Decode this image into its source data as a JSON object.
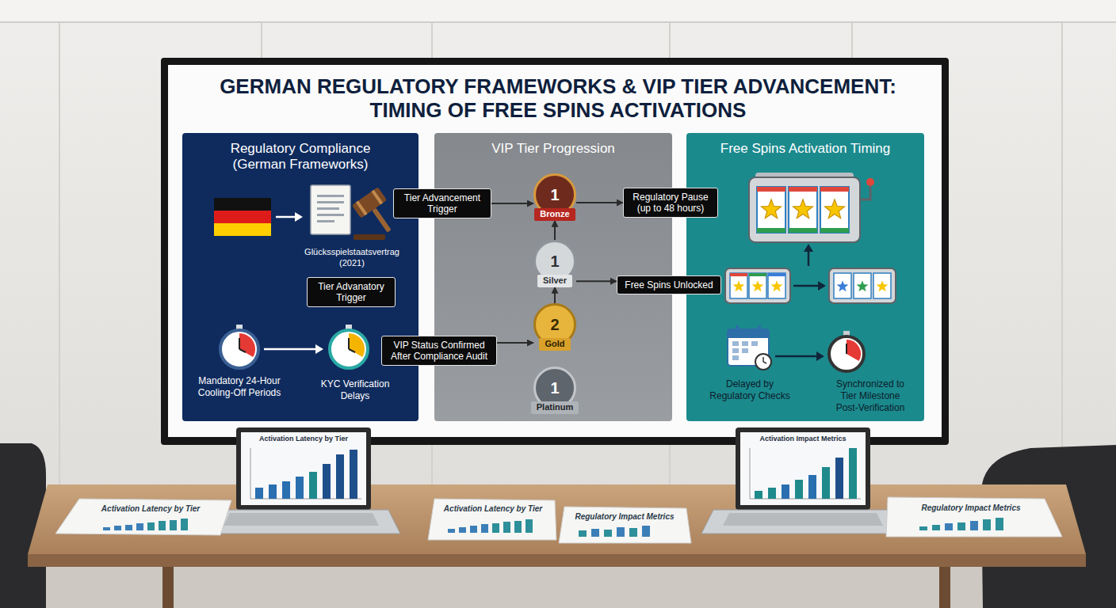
{
  "diagram": {
    "title": "GERMAN REGULATORY FRAMEWORKS & VIP TIER ADVANCEMENT: TIMING OF FREE SPINS ACTIVATIONS",
    "nodes": [
      {
        "text": [
          "Regulatory Compliance (German Frameworks)"
        ]
      },
      {
        "text": [
          "Tier Advanatory Trigger"
        ],
        "in": 0
      },
      {
        "text": [
          "Tier Advancement Trigger"
        ]
      },
      {
        "text": [
          "VIP Status Confirmed After Compliance Audit"
        ]
      },
      {
        "text": [
          "VIP Tier Progression"
        ]
      },
      {
        "text": [
          "1",
          "Bronze"
        ],
        "in": 4
      },
      {
        "text": [
          "1",
          "Silver"
        ],
        "in": 4
      },
      {
        "text": [
          "2",
          "Gold"
        ],
        "in": 4
      },
      {
        "text": [
          "1",
          "Platinum"
        ],
        "in": 4
      },
      {
        "text": [
          "Regulatory Pause (up to 48 hours)"
        ]
      },
      {
        "text": [
          "Free Spins Unlocked"
        ]
      },
      {
        "text": [
          "Free Spins Activation Timing"
        ]
      }
    ],
    "edges": [
      {
        "from": 2,
        "to": 5,
        "arrow": "to"
      },
      {
        "from": 5,
        "to": 9,
        "arrow": "to"
      },
      {
        "from": 6,
        "to": 10,
        "arrow": "to"
      },
      {
        "from": 3,
        "to": 7,
        "arrow": "to"
      },
      {
        "from": 6,
        "to": 5,
        "arrow": "to"
      },
      {
        "from": 7,
        "to": 6,
        "arrow": "to"
      }
    ],
    "labels": [
      "Glücksspielstaatsvertrag (2021)",
      "Mandatory 24-Hour Cooling-Off Periods",
      "KYC Verification Delays",
      "Delayed by Regulatory Checks",
      "Synchronized to Tier Milestone Post-Verification",
      "Activation Latency by Tier",
      "Activation Impact Metrics",
      "Activation Latency by Tier",
      "Activation Latency by Tier",
      "Regulatory Impact Metrics",
      "Regulatory Impact Metrics"
    ]
  }
}
